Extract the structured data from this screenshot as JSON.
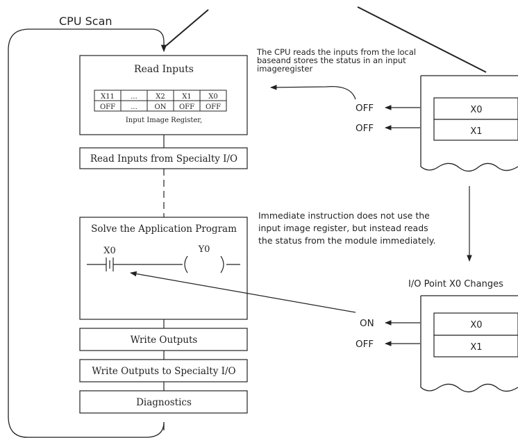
{
  "cpu_scan_label": "CPU Scan",
  "read_inputs": {
    "title": "Read Inputs",
    "register_caption": "Input Image Register,",
    "register_headers": [
      "X11",
      "...",
      "X2",
      "X1",
      "X0"
    ],
    "register_values": [
      "OFF",
      "...",
      "ON",
      "OFF",
      "OFF"
    ]
  },
  "steps": {
    "read_specialty": "Read Inputs from Specialty I/O",
    "solve_program": "Solve the  Application Program",
    "write_outputs": "Write Outputs",
    "write_specialty": "Write Outputs to Specialty I/O",
    "diagnostics": "Diagnostics"
  },
  "ladder": {
    "contact_label": "X0",
    "coil_label": "Y0"
  },
  "notes": {
    "cpu_reads_line1": "The CPU reads the inputs from the local",
    "cpu_reads_line2": "baseand stores the status in an input",
    "cpu_reads_line3": "imageregister",
    "immediate_line1": "Immediate instruction does not use the",
    "immediate_line2": "input image register, but instead reads",
    "immediate_line3": "the status from the module immediately."
  },
  "module_top": {
    "states": [
      "OFF",
      "OFF"
    ],
    "points": [
      "X0",
      "X1"
    ]
  },
  "module_bottom": {
    "title": "I/O Point X0 Changes",
    "states": [
      "ON",
      "OFF"
    ],
    "points": [
      "X0",
      "X1"
    ]
  }
}
